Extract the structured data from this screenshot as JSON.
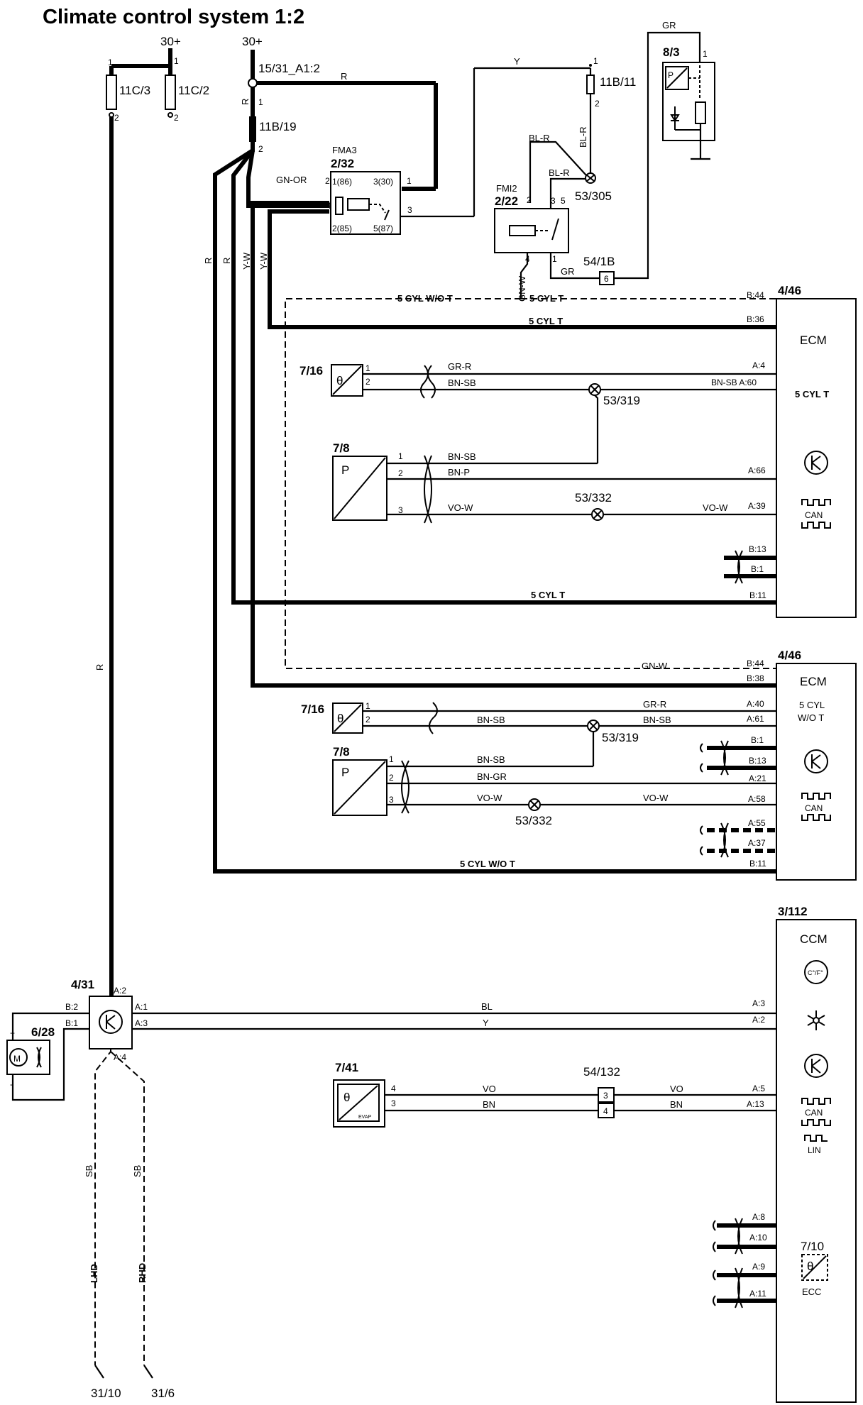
{
  "title": "Climate control system 1:2",
  "supply": {
    "left": "30+",
    "right": "30+"
  },
  "fuses": {
    "f1": "11C/3",
    "f2": "11C/2",
    "f3": "11B/19",
    "f4": "11B/11"
  },
  "nodes": {
    "n1": "15/31_A1:2",
    "n2": "53/305",
    "n3": "53/319",
    "n4": "53/332",
    "n5": "53/319",
    "n6": "53/332"
  },
  "relays": {
    "r1_name": "FMA3",
    "r1_id": "2/32",
    "r2_name": "FMI2",
    "r2_id": "2/22"
  },
  "relay_pins": {
    "p1": "1(86)",
    "p2": "3(30)",
    "p3": "2(85)",
    "p4": "5(87)"
  },
  "connectors": {
    "c1": "54/1B",
    "c2": "54/132"
  },
  "pressure_switch": "8/3",
  "wires": {
    "R": "R",
    "Y": "Y",
    "GR": "GR",
    "BL_R": "BL-R",
    "GN_OR": "GN-OR",
    "GN_W": "GN-W",
    "Y_W": "Y-W",
    "GR_R": "GR-R",
    "BN_SB": "BN-SB",
    "BN_P": "BN-P",
    "VO_W": "VO-W",
    "BN_GR": "BN-GR",
    "BL": "BL",
    "SB": "SB",
    "VO": "VO",
    "BN": "BN"
  },
  "paths": {
    "p5t": "5 CYL T",
    "p5wo": "5 CYL W/O T"
  },
  "ecm": {
    "id": "4/46",
    "name": "ECM",
    "variant_t": "5 CYL T",
    "variant_wot1": "5 CYL",
    "variant_wot2": "W/O T"
  },
  "ecm_pins_a": {
    "b44": "B:44",
    "b36": "B:36",
    "a4": "A:4",
    "a60": "BN-SB A:60",
    "a66": "A:66",
    "a39": "A:39",
    "b13": "B:13",
    "b1": "B:1",
    "b11": "B:11"
  },
  "ecm_pins_b": {
    "b44": "B:44",
    "b38": "B:38",
    "a40": "A:40",
    "a61": "A:61",
    "b1": "B:1",
    "b13": "B:13",
    "a21": "A:21",
    "a58": "A:58",
    "a55": "A:55",
    "a37": "A:37",
    "b11": "B:11"
  },
  "sensors": {
    "temp": "7/16",
    "press": "7/8",
    "evap": "7/41",
    "ecc": "7/10",
    "evap_tag": "EVAP",
    "ecc_tag": "ECC"
  },
  "fan_ctrl": {
    "id": "4/31",
    "a2": "A:2",
    "b2": "B:2",
    "b1": "B:1",
    "a1": "A:1",
    "a3": "A:3",
    "a4": "A:4"
  },
  "fan": "6/28",
  "ccm": {
    "id": "3/112",
    "name": "CCM",
    "a3": "A:3",
    "a2": "A:2",
    "a5": "A:5",
    "a13": "A:13",
    "a8": "A:8",
    "a10": "A:10",
    "a9": "A:9",
    "a11": "A:11",
    "temp_unit": "C°/F°"
  },
  "bus": {
    "can": "CAN",
    "lin": "LIN"
  },
  "grounds": {
    "g1": "31/10",
    "g2": "31/6",
    "lhd": "LHD",
    "rhd": "RHD"
  }
}
